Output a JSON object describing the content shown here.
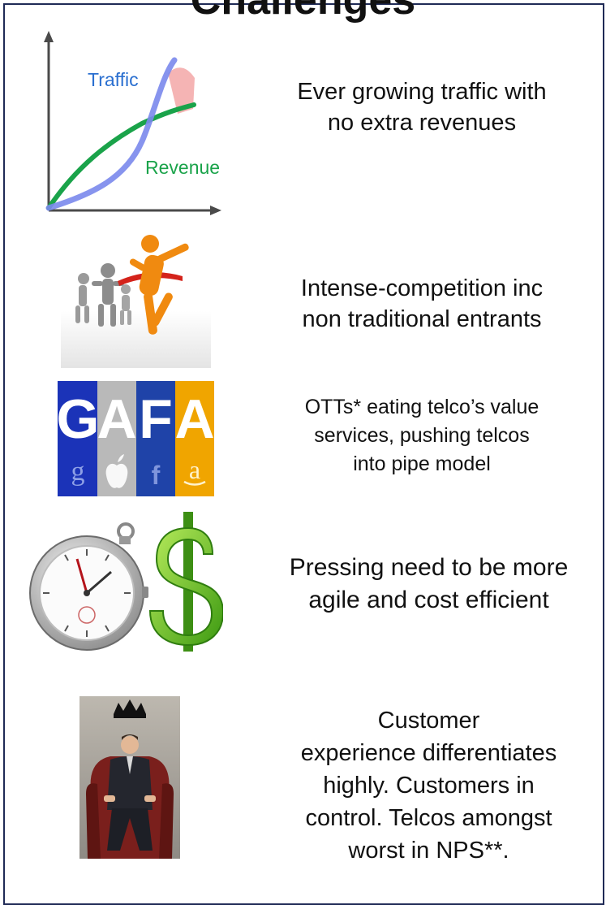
{
  "title": "Challenges",
  "chart_panel": {
    "traffic_label": "Traffic",
    "revenue_label": "Revenue",
    "colors": {
      "traffic": "#6f7fe8",
      "revenue": "#1aa34a",
      "axis": "#4a4a4a",
      "overlap": "#f3a7a7"
    }
  },
  "gafa_tiles": [
    {
      "letter": "G",
      "glyph": "g",
      "color": "#1b33b8"
    },
    {
      "letter": "A",
      "glyph": "apple-logo",
      "color": "#b9b9b9"
    },
    {
      "letter": "F",
      "glyph": "f",
      "color": "#1f43a8"
    },
    {
      "letter": "A",
      "glyph": "a",
      "color": "#f0a500"
    }
  ],
  "rows": [
    {
      "lines": [
        "Ever growing traffic with",
        "no extra revenues"
      ]
    },
    {
      "lines": [
        "Intense-competition inc",
        "non traditional entrants"
      ]
    },
    {
      "lines": [
        "OTTs* eating telco’s value",
        "services, pushing telcos",
        "into pipe model"
      ]
    },
    {
      "lines": [
        "Pressing need to be more",
        "agile and cost efficient"
      ]
    },
    {
      "lines": [
        "Customer",
        "experience differentiates",
        "highly. Customers in",
        "control. Telcos amongst",
        "worst in NPS**."
      ]
    }
  ]
}
